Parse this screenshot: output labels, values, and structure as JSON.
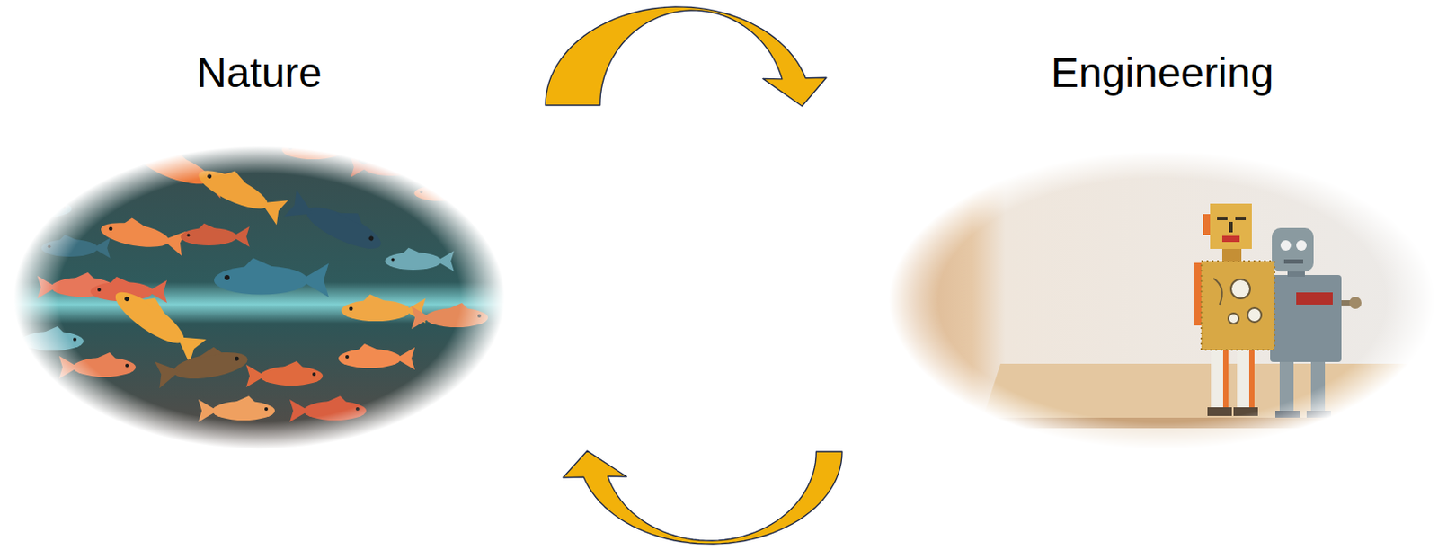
{
  "diagram": {
    "nodes": [
      {
        "text": [
          "Nature"
        ]
      },
      {
        "text": [
          "Engineering"
        ]
      }
    ],
    "edges": [
      {
        "from": 0,
        "to": 1,
        "arrow": "to"
      },
      {
        "from": 1,
        "to": 0,
        "arrow": "to"
      }
    ]
  }
}
